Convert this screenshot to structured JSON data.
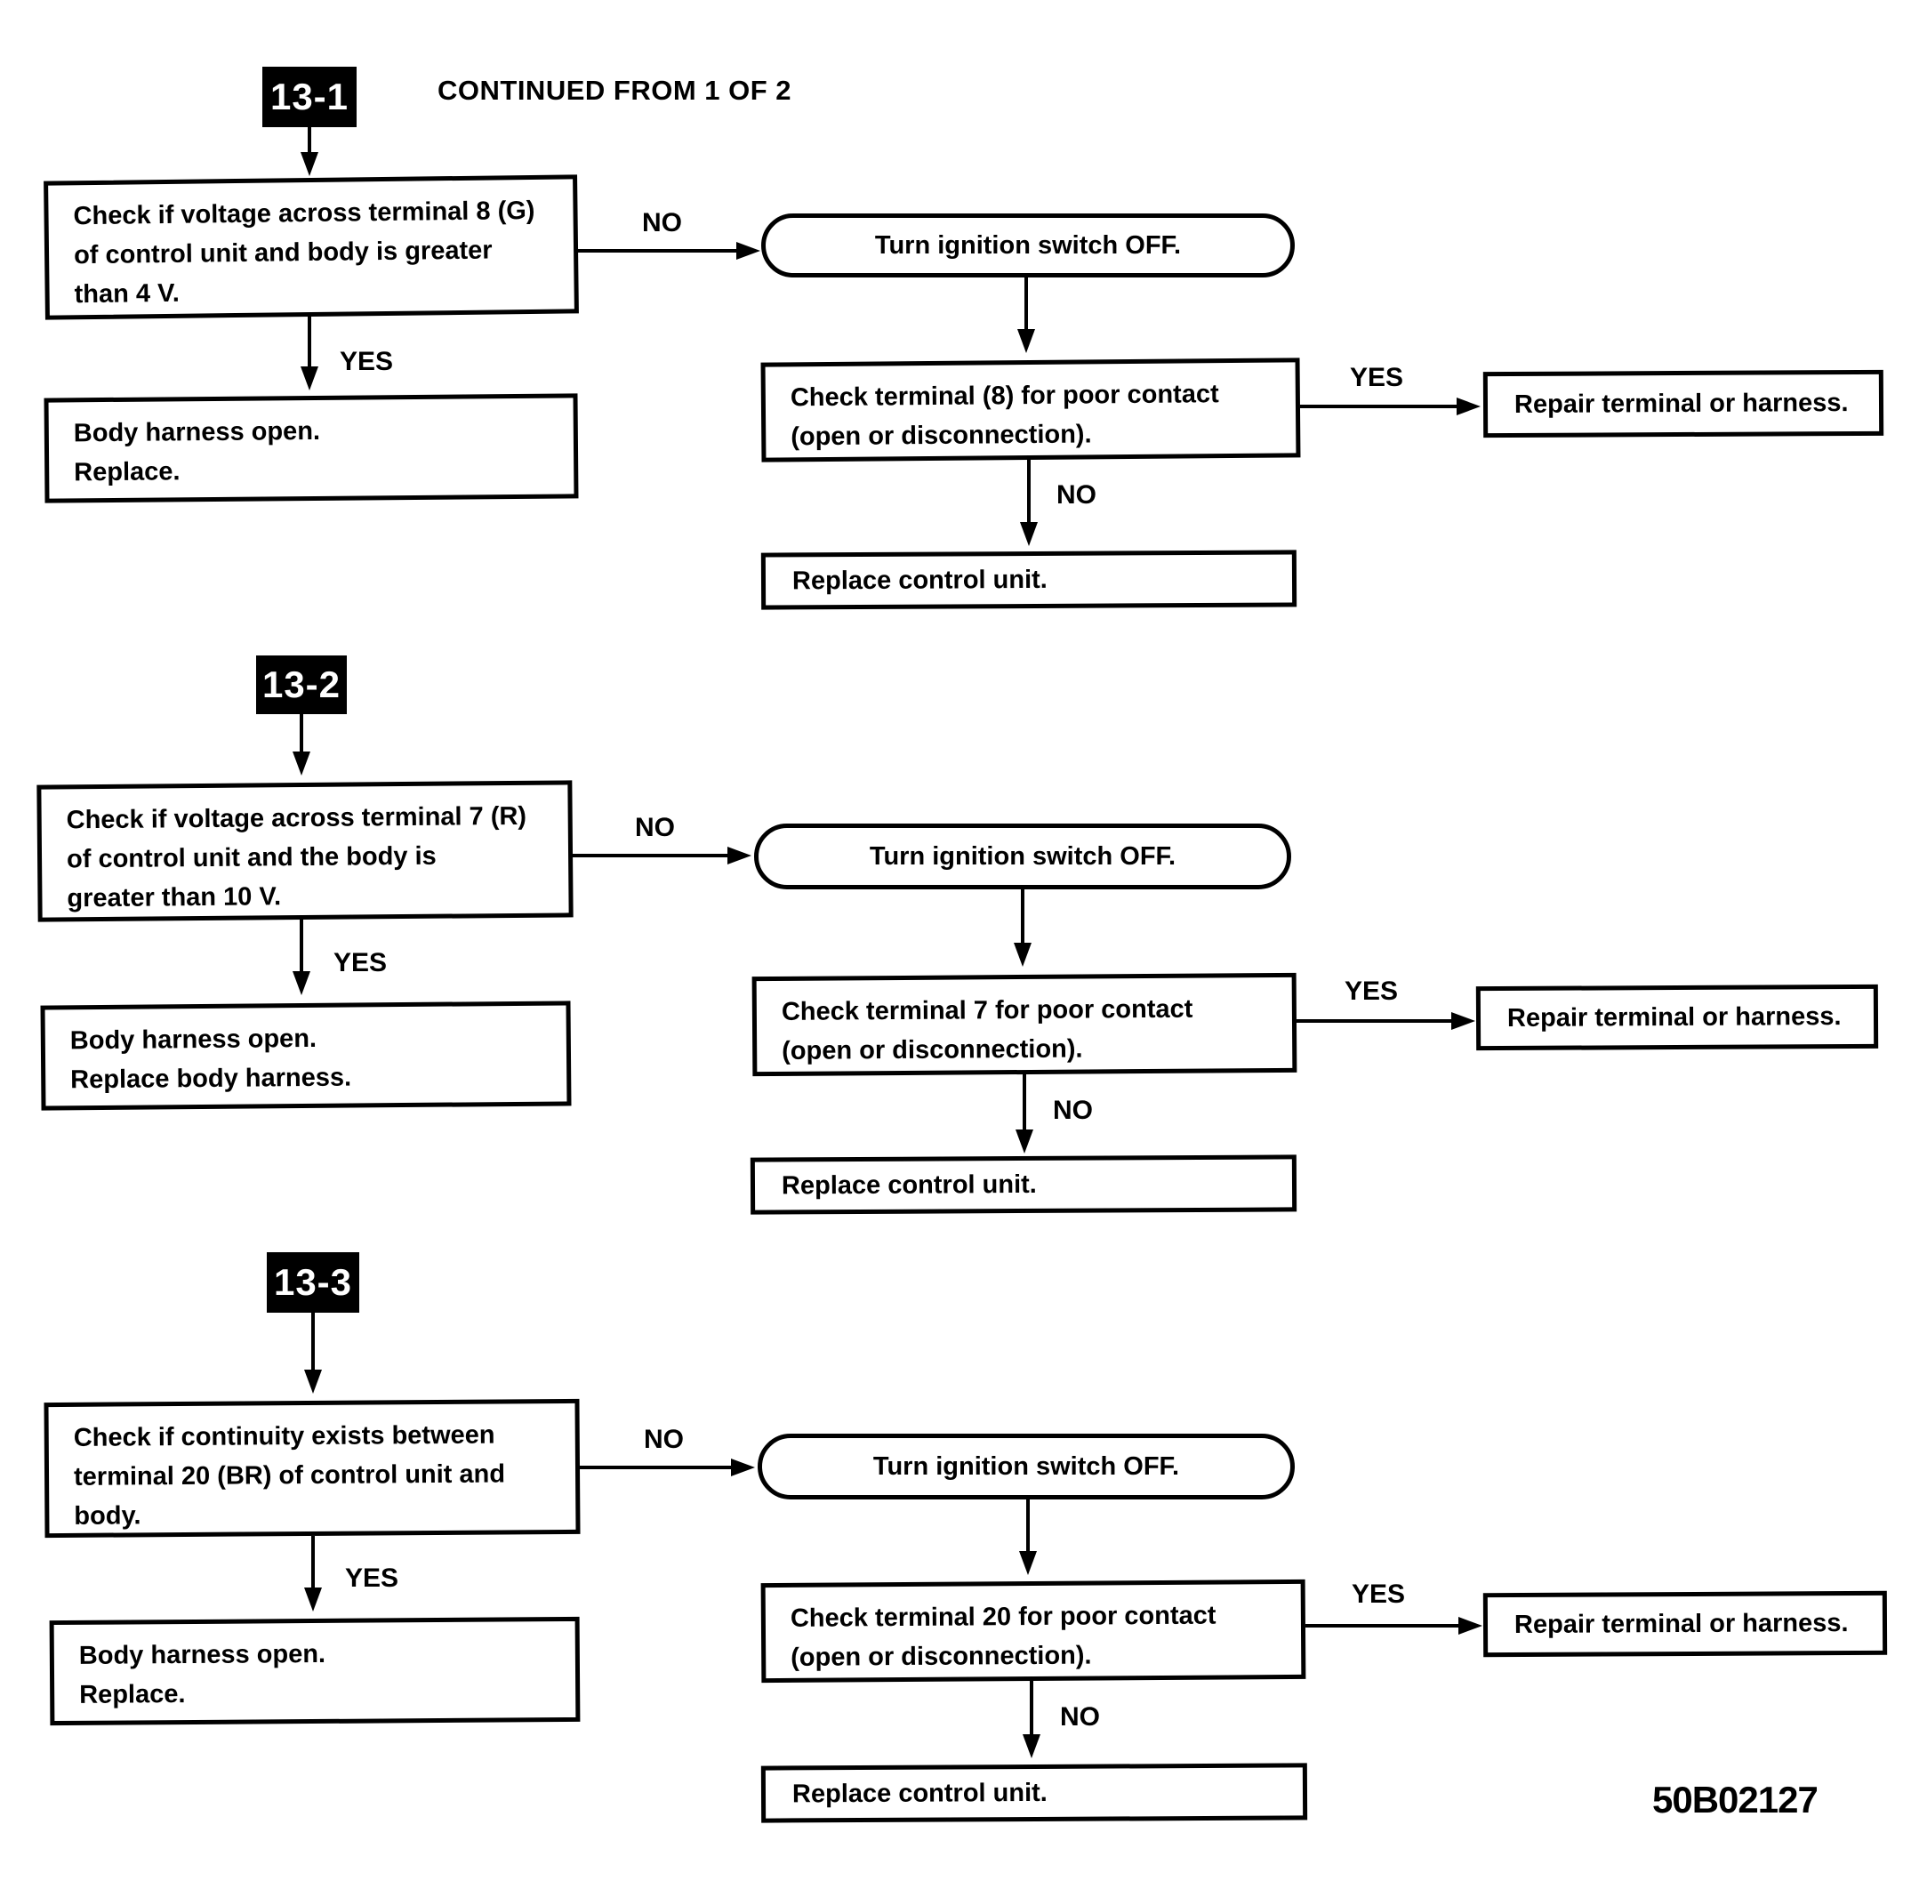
{
  "page": {
    "continued_from": "CONTINUED FROM 1 OF 2",
    "doc_code": "50B02127"
  },
  "labels": {
    "yes": "YES",
    "no": "NO"
  },
  "sections": [
    {
      "tag": "13-1",
      "check": {
        "line1": "Check if voltage across terminal 8 (G)",
        "line2": "of control unit and body is greater",
        "line3": "than 4 V."
      },
      "yes_result": {
        "line1": "Body harness open.",
        "line2": "Replace."
      },
      "no_action": "Turn ignition switch OFF.",
      "terminal_check": {
        "line1": "Check terminal (8) for poor contact",
        "line2": "(open or disconnection)."
      },
      "repair": "Repair terminal or harness.",
      "replace": "Replace control unit."
    },
    {
      "tag": "13-2",
      "check": {
        "line1": "Check if voltage across terminal 7 (R)",
        "line2": "of control unit and the body is",
        "line3": "greater than 10 V."
      },
      "yes_result": {
        "line1": "Body harness open.",
        "line2": "Replace body harness."
      },
      "no_action": "Turn ignition switch OFF.",
      "terminal_check": {
        "line1": "Check terminal 7 for poor contact",
        "line2": "(open or disconnection)."
      },
      "repair": "Repair terminal or harness.",
      "replace": "Replace control unit."
    },
    {
      "tag": "13-3",
      "check": {
        "line1": "Check if continuity exists between",
        "line2": "terminal 20 (BR) of control unit and",
        "line3": "body."
      },
      "yes_result": {
        "line1": "Body harness open.",
        "line2": "Replace."
      },
      "no_action": "Turn ignition switch OFF.",
      "terminal_check": {
        "line1": "Check terminal 20 for poor contact",
        "line2": "(open or disconnection)."
      },
      "repair": "Repair terminal or harness.",
      "replace": "Replace control unit."
    }
  ]
}
